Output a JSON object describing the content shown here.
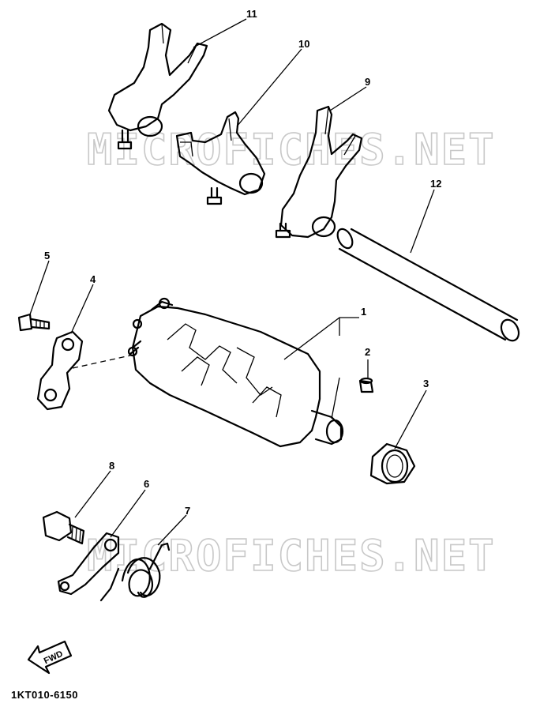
{
  "watermark": "MICROFICHES.NET",
  "catalog_code": "1KT010-6150",
  "fwd_label": "FWD",
  "callouts": [
    "1",
    "2",
    "3",
    "4",
    "5",
    "6",
    "7",
    "8",
    "9",
    "10",
    "11",
    "12"
  ],
  "colors": {
    "line": "#000000",
    "watermark": "#c8c8c8",
    "background": "#ffffff"
  }
}
